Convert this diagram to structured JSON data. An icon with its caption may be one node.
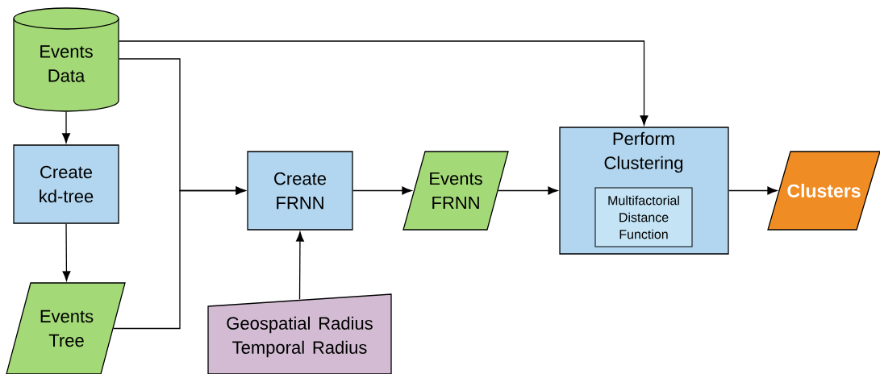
{
  "diagram": {
    "nodes": [
      {
        "text": [
          "Events Data"
        ]
      },
      {
        "text": [
          "Create kd-tree"
        ]
      },
      {
        "text": [
          "Events Tree"
        ]
      },
      {
        "text": [
          "Create FRNN"
        ]
      },
      {
        "text": [
          "Geospatial Radius Temporal Radius"
        ]
      },
      {
        "text": [
          "Events FRNN"
        ]
      },
      {
        "text": [
          "Perform Clustering"
        ]
      },
      {
        "text": [
          "Multifactorial Distance Function"
        ],
        "in": 6
      },
      {
        "text": [
          "Clusters"
        ]
      }
    ],
    "edges": [
      {
        "from": 0,
        "to": 1,
        "arrow": "to"
      },
      {
        "from": 1,
        "to": 2,
        "arrow": "to"
      },
      {
        "from": 0,
        "to": 3,
        "arrow": "to"
      },
      {
        "from": 2,
        "to": 3,
        "arrow": "to"
      },
      {
        "from": 4,
        "to": 3,
        "arrow": "to"
      },
      {
        "from": 3,
        "to": 5,
        "arrow": "to"
      },
      {
        "from": 0,
        "to": 6,
        "arrow": "to"
      },
      {
        "from": 5,
        "to": 6,
        "arrow": "to"
      },
      {
        "from": 6,
        "to": 8,
        "arrow": "to"
      }
    ]
  }
}
